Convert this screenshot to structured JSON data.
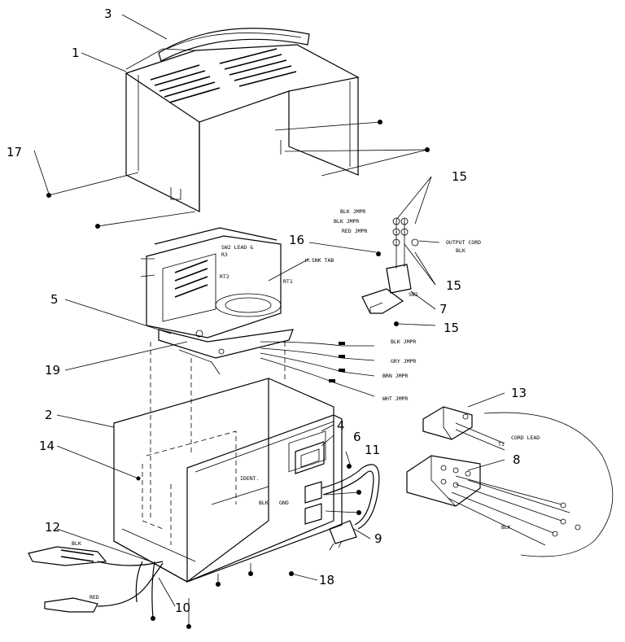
{
  "callouts": {
    "c1": "1",
    "c2": "2",
    "c3": "3",
    "c4": "4",
    "c5": "5",
    "c6": "6",
    "c7": "7",
    "c8": "8",
    "c9": "9",
    "c10": "10",
    "c11": "11",
    "c12": "12",
    "c13": "13",
    "c14": "14",
    "c15a": "15",
    "c15b": "15",
    "c15c": "15",
    "c16": "16",
    "c17": "17",
    "c18": "18",
    "c19": "19"
  },
  "labels": {
    "blk_jmpr_top": "BLK JMPR",
    "blk_jmpr_2": "BLK JMPR",
    "red_jmpr": "RED JMPR",
    "output_cord": "OUTPUT CORD",
    "output_blk": "BLK",
    "hs_tab": "H.SNK TAB",
    "sw2_lead": "SW2 LEAD &",
    "r3": "R3",
    "rt2": "RT2",
    "rt1": "RT1",
    "sw2": "SW2",
    "blk_jmpr_mid": "BLK JMPR",
    "gry_jmpr": "GRY JMPR",
    "brn_jmpr": "BRN JMPR",
    "wht_jmpr": "WHT JMPR",
    "ident": "IDENT.",
    "blk_wire": "BLK",
    "gnd": "GND",
    "clamp_blk": "BLK",
    "clamp_red": "RED",
    "cord_lead": "CORD LEAD",
    "cord_t1": "T1",
    "wire_blk": "BLK"
  }
}
